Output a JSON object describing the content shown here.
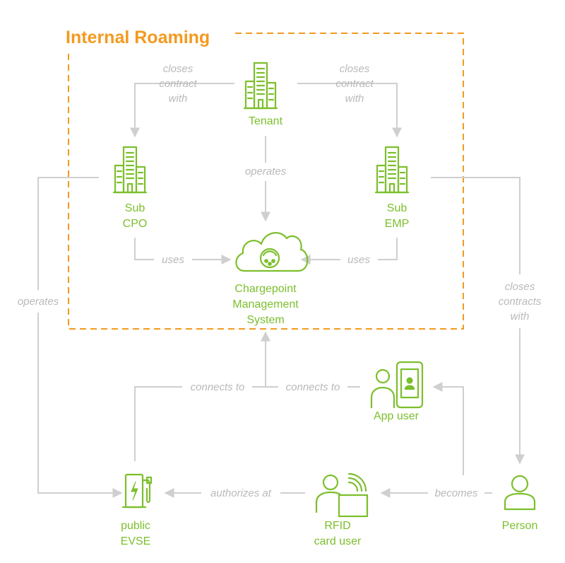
{
  "title": "Internal Roaming",
  "nodes": {
    "tenant": "Tenant",
    "sub_cpo": [
      "Sub",
      "CPO"
    ],
    "sub_emp": [
      "Sub",
      "EMP"
    ],
    "cms": [
      "Chargepoint",
      "Management",
      "System"
    ],
    "app_user": "App user",
    "public_evse": [
      "public",
      "EVSE"
    ],
    "rfid_user": [
      "RFID",
      "card user"
    ],
    "person": "Person"
  },
  "edges": {
    "closes_contract_left": [
      "closes",
      "contract",
      "with"
    ],
    "closes_contract_right": [
      "closes",
      "contract",
      "with"
    ],
    "operates_center": "operates",
    "uses_left": "uses",
    "uses_right": "uses",
    "operates_left": "operates",
    "closes_contracts_right": [
      "closes",
      "contracts",
      "with"
    ],
    "connects_to_left": "connects to",
    "connects_to_right": "connects to",
    "authorizes_at": "authorizes at",
    "becomes": "becomes"
  },
  "colors": {
    "title": "#f39a1f",
    "node": "#7cbf2c",
    "edge": "#cfcfcf",
    "edge_label": "#b9b9b9"
  }
}
